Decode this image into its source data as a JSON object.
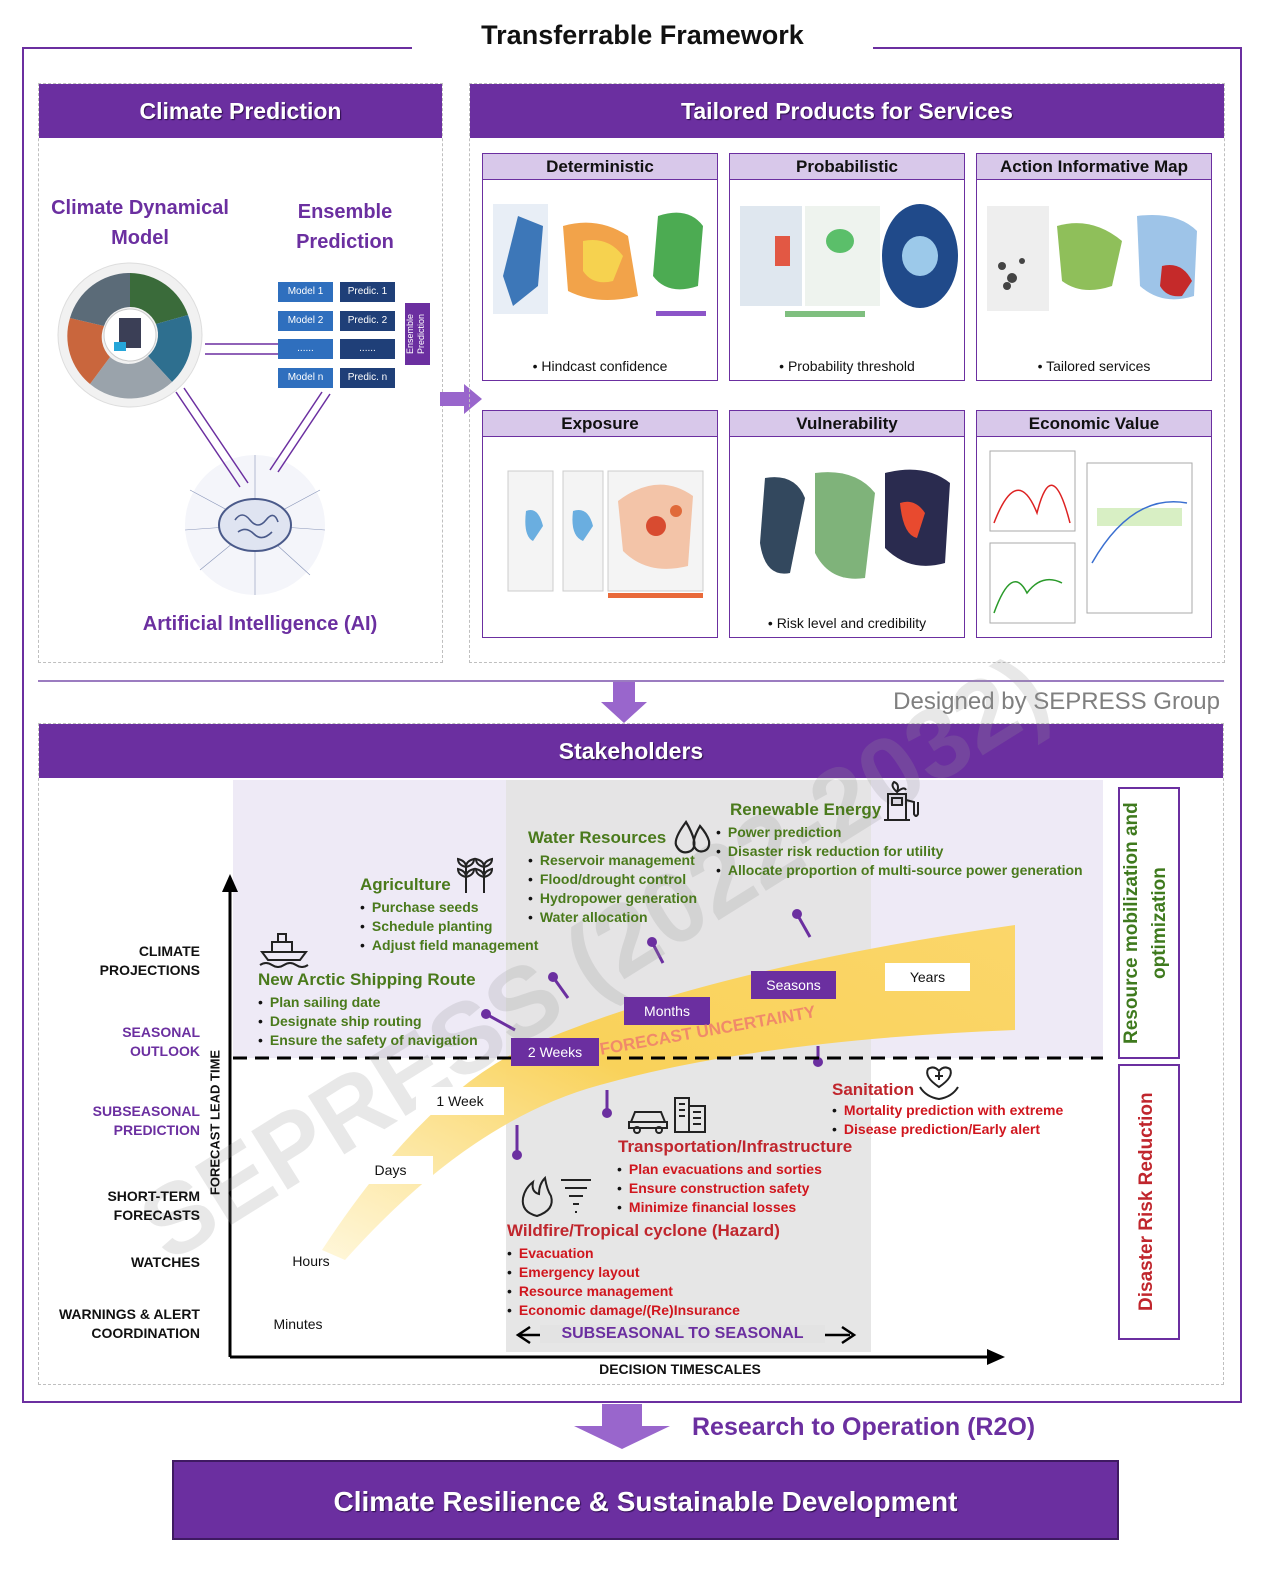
{
  "title": "Transferrable Framework",
  "climate_prediction": {
    "header": "Climate Prediction",
    "dynamical_model": "Climate Dynamical Model",
    "ensemble": "Ensemble Prediction",
    "ai": "Artificial Intelligence  (AI)",
    "models": [
      {
        "model": "Model 1",
        "pred": "Predic. 1"
      },
      {
        "model": "Model 2",
        "pred": "Predic. 2"
      },
      {
        "model": "......",
        "pred": "......"
      },
      {
        "model": "Model n",
        "pred": "Predic. n"
      }
    ],
    "ensemble_box": "Ensemble Prediction"
  },
  "tailored": {
    "header": "Tailored Products for Services",
    "panels": [
      {
        "title": "Deterministic",
        "caption": "Hindcast confidence"
      },
      {
        "title": "Probabilistic",
        "caption": "Probability threshold"
      },
      {
        "title": "Action Informative Map",
        "caption": "Tailored services"
      },
      {
        "title": "Exposure",
        "caption": ""
      },
      {
        "title": "Vulnerability",
        "caption": "Risk level and credibility"
      },
      {
        "title": "Economic Value",
        "caption": ""
      }
    ]
  },
  "designed_by": "Designed by SEPRESS Group",
  "watermark": "SEPRESS (2022-2032)",
  "stakeholders": {
    "header": "Stakeholders",
    "y_axis": "FORECAST LEAD TIME",
    "x_axis": "DECISION TIMESCALES",
    "y_levels": [
      {
        "label": "CLIMATE\nPROJECTIONS",
        "color": "#111"
      },
      {
        "label": "SEASONAL\nOUTLOOK",
        "color": "#6b2fa0"
      },
      {
        "label": "SUBSEASONAL\nPREDICTION",
        "color": "#6b2fa0"
      },
      {
        "label": "SHORT-TERM\nFORECASTS",
        "color": "#111"
      },
      {
        "label": "WATCHES",
        "color": "#111"
      },
      {
        "label": "WARNINGS & ALERT\nCOORDINATION",
        "color": "#111"
      }
    ],
    "timescales": [
      "Minutes",
      "Hours",
      "Days",
      "1 Week",
      "2 Weeks",
      "Months",
      "Seasons",
      "Years"
    ],
    "uncertainty": "FORECAST UNCERTAINTY",
    "s2s": "SUBSEASONAL TO SEASONAL",
    "side_top": "Resource mobilization and optimization",
    "side_bottom": "Disaster Risk Reduction",
    "sectors": {
      "shipping": {
        "title": "New Arctic Shipping Route",
        "items": [
          "Plan sailing date",
          "Designate ship routing",
          "Ensure the safety of navigation"
        ]
      },
      "agriculture": {
        "title": "Agriculture",
        "items": [
          "Purchase seeds",
          "Schedule planting",
          "Adjust field management"
        ]
      },
      "water": {
        "title": "Water Resources",
        "items": [
          "Reservoir management",
          "Flood/drought control",
          "Hydropower generation",
          "Water allocation"
        ]
      },
      "energy": {
        "title": "Renewable Energy",
        "items": [
          "Power prediction",
          "Disaster risk reduction for utility",
          "Allocate proportion of multi-source power generation"
        ]
      },
      "sanitation": {
        "title": "Sanitation",
        "items": [
          "Mortality prediction with extreme",
          "Disease prediction/Early alert"
        ]
      },
      "transport": {
        "title": "Transportation/Infrastructure",
        "items": [
          "Plan evacuations and sorties",
          "Ensure construction safety",
          "Minimize financial losses"
        ]
      },
      "hazard": {
        "title": "Wildfire/Tropical cyclone (Hazard)",
        "items": [
          "Evacuation",
          "Emergency layout",
          "Resource management",
          "Economic damage/(Re)Insurance"
        ]
      }
    }
  },
  "r2o": "Research to Operation (R2O)",
  "bottom": "Climate Resilience & Sustainable Development",
  "colors": {
    "purple": "#6b2fa0",
    "lavender": "#d8c8ea",
    "green": "#4a7a1c",
    "red": "#c0262d",
    "yellow": "#f9d25a"
  }
}
